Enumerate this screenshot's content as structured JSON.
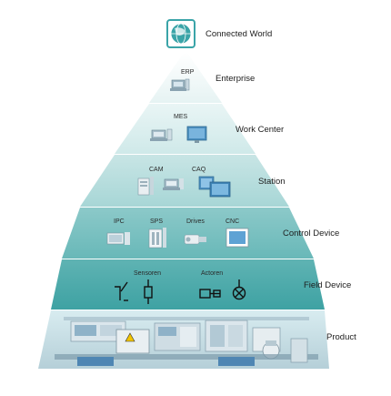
{
  "levels": [
    {
      "label": "Connected World"
    },
    {
      "label": "Enterprise",
      "systems": [
        "ERP"
      ]
    },
    {
      "label": "Work Center",
      "systems": [
        "MES"
      ]
    },
    {
      "label": "Station",
      "systems": [
        "CAM",
        "CAQ"
      ]
    },
    {
      "label": "Control Device",
      "systems": [
        "IPC",
        "SPS",
        "Drives",
        "CNC"
      ]
    },
    {
      "label": "Field Device",
      "systems": [
        "Sensoren",
        "Actoren"
      ]
    },
    {
      "label": "Product"
    }
  ],
  "colors": {
    "globe_icon": "#3aa4a8",
    "layer_light": "#eef6f6",
    "layer_mid": "#bfe0e0",
    "layer_dark": "#5fb3b3",
    "layer_darkest": "#2f9a9b"
  },
  "icons": [
    "globe-icon",
    "computer-icon",
    "monitor-icon",
    "server-icon",
    "sensor-switch-icon",
    "actuator-valve-icon"
  ]
}
